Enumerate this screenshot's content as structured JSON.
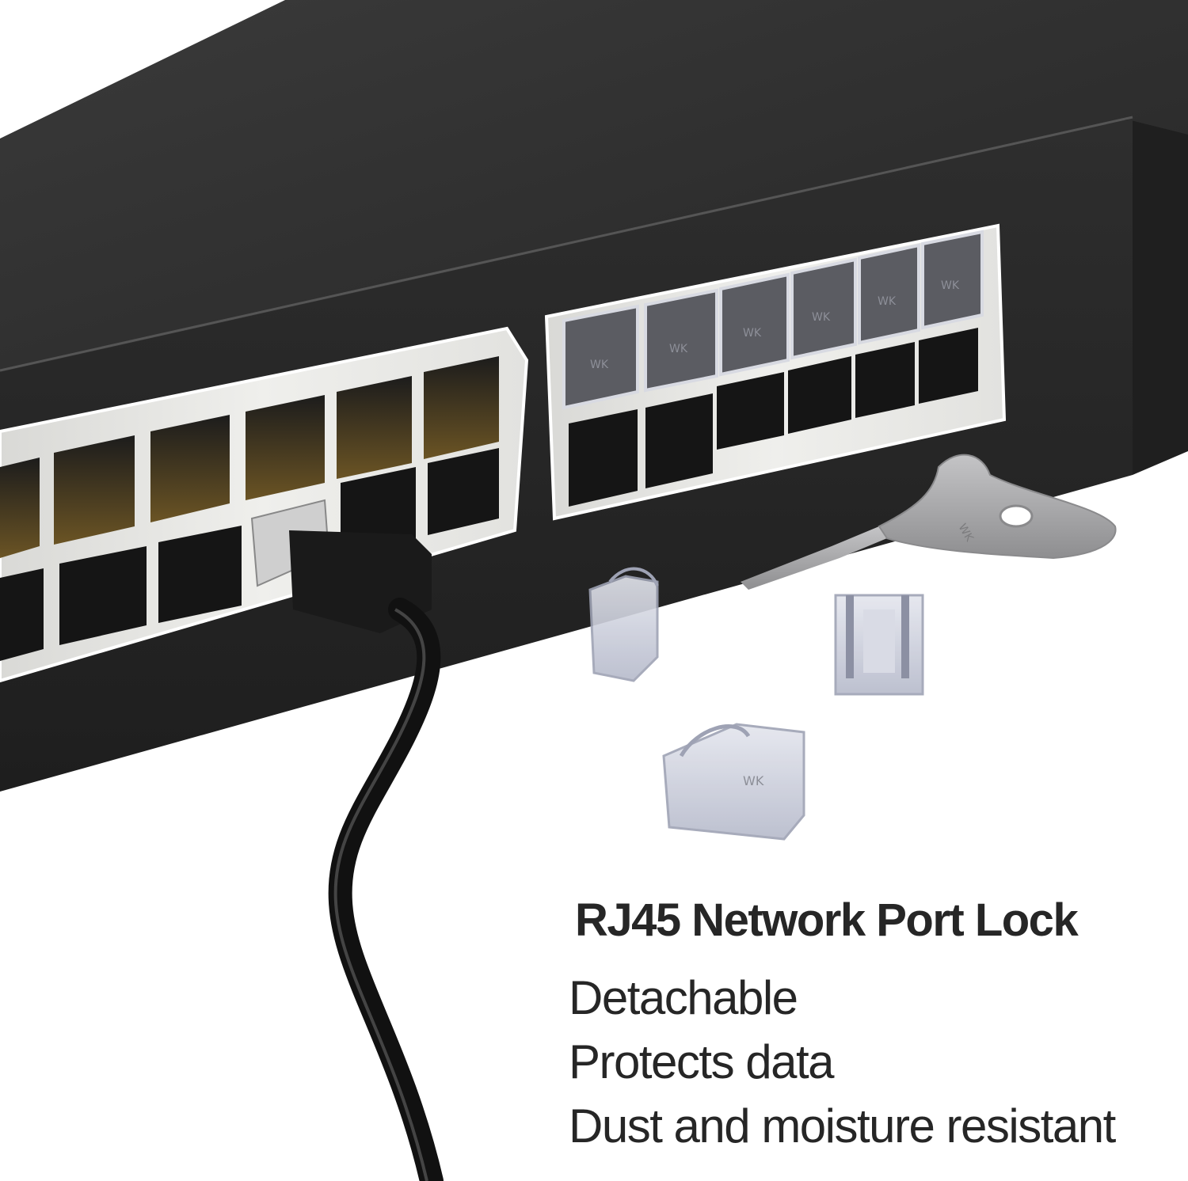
{
  "product": {
    "headline": "RJ45 Network Port Lock",
    "features": [
      "Detachable",
      "Protects data",
      "Dust and moisture resistant"
    ],
    "lock_marking": "WK",
    "key_marking": "WK"
  },
  "illustration": {
    "subject": "network switch with RJ45 port locks, cable, removal key and loose locks",
    "switch_color": "#2b2b2b",
    "port_panel_color": "#e9e9e6",
    "lock_color": "#c9ccd8",
    "key_color": "#a9a9ab",
    "text_color": "#262626",
    "left_port_group_rows": 2,
    "right_port_group_columns": 6,
    "right_port_group_rows": 2,
    "locked_ports": 6,
    "loose_locks": 3
  }
}
